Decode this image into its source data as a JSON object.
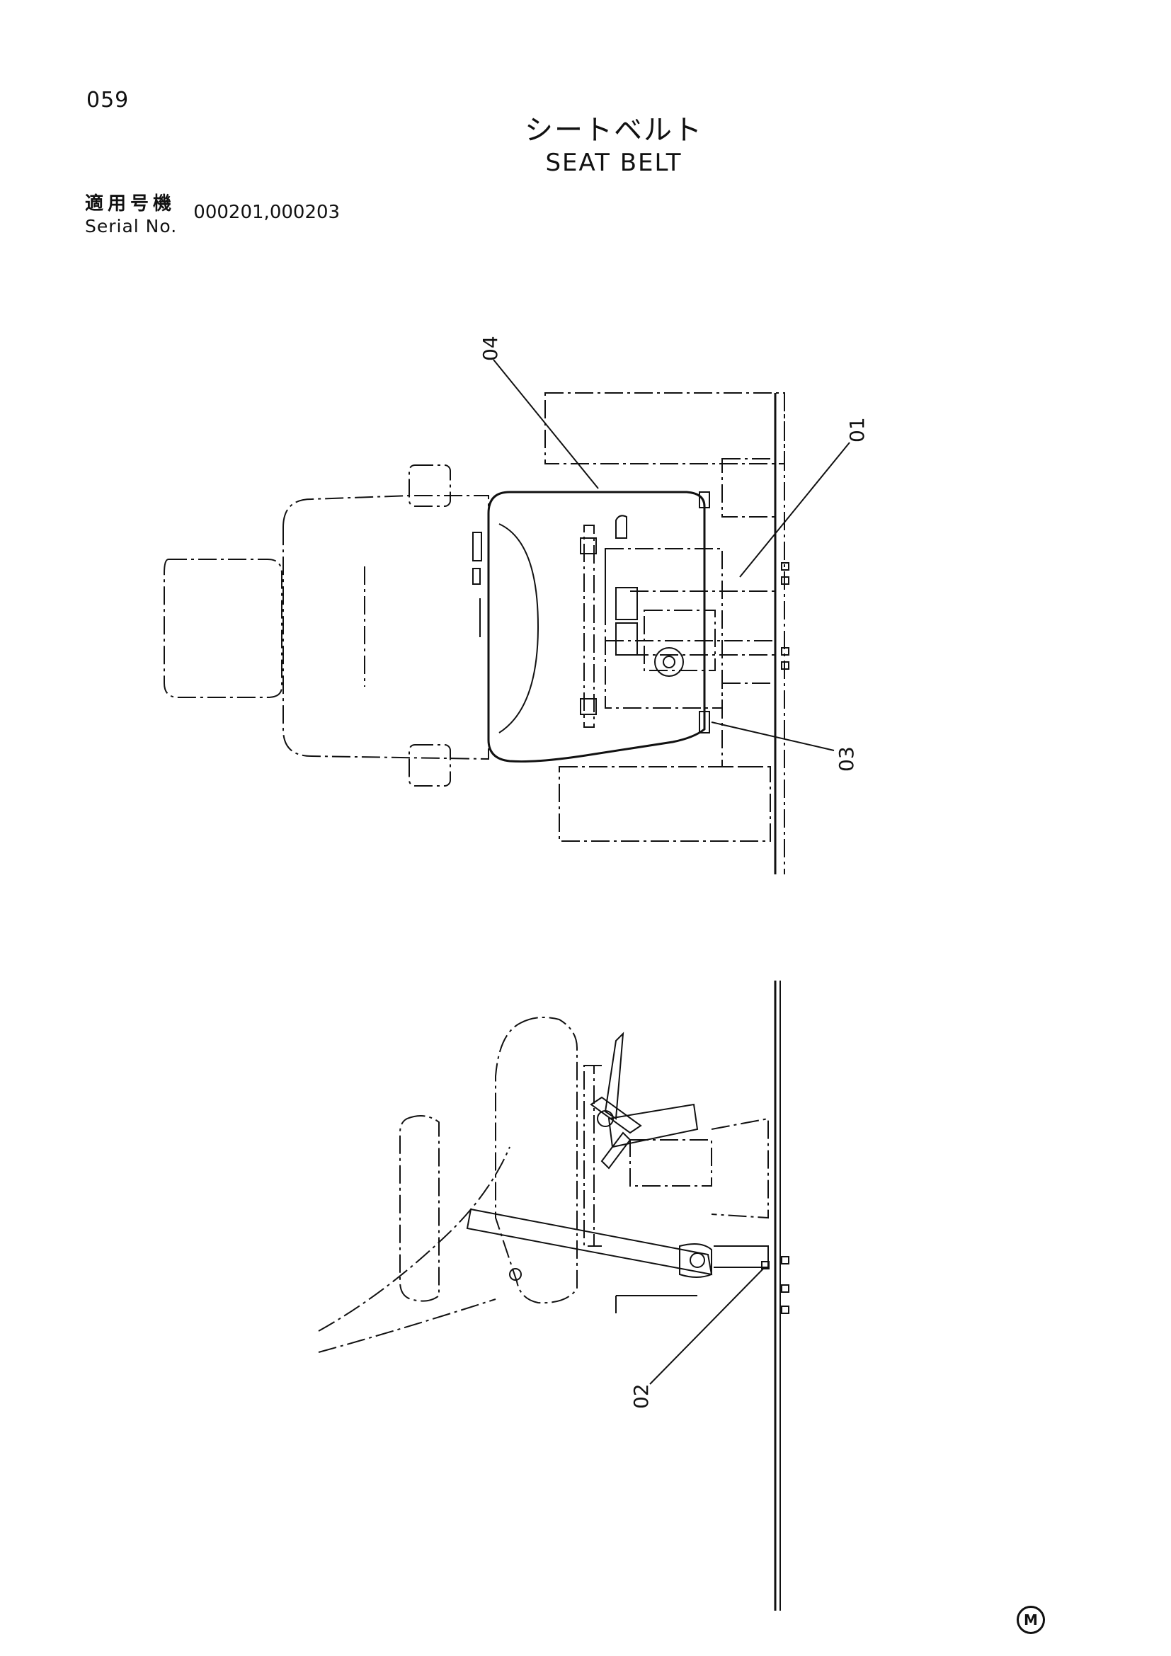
{
  "page_number": "059",
  "title": {
    "japanese": "シートベルト",
    "english": "SEAT BELT"
  },
  "serial": {
    "label_japanese": "適用号機",
    "label_english": "Serial No.",
    "value": "000201,000203"
  },
  "callouts": [
    "01",
    "02",
    "03",
    "04"
  ],
  "footer_mark": "M"
}
